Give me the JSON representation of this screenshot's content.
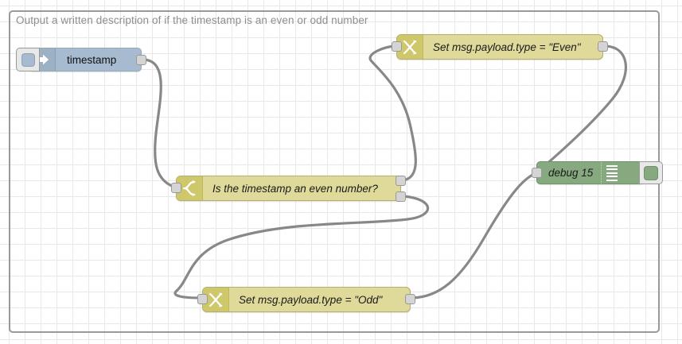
{
  "app": {
    "name": "Node-RED flow editor",
    "canvas_background": "#ffffff",
    "grid_color": "#e8e8e8",
    "workspace_border_color": "#999999",
    "wire_color": "#888888"
  },
  "comment": {
    "text": "Output a written description of if the timestamp is an even or odd number",
    "color": "#8e8e8e"
  },
  "nodes": [
    {
      "id": "inject",
      "type": "inject",
      "label": "timestamp",
      "icon": "arrow-right-icon",
      "color": "#a6bbcf",
      "inputs": 0,
      "outputs": 1,
      "has_button": true
    },
    {
      "id": "switch",
      "type": "switch",
      "label": "Is the timestamp an even number?",
      "icon": "switch-branch-icon",
      "color": "#dfd99a",
      "inputs": 1,
      "outputs": 2
    },
    {
      "id": "change-even",
      "type": "change",
      "label": "Set msg.payload.type = \"Even\"",
      "icon": "change-shuffle-icon",
      "color": "#dfd99a",
      "inputs": 1,
      "outputs": 1
    },
    {
      "id": "change-odd",
      "type": "change",
      "label": "Set msg.payload.type = \"Odd\"",
      "icon": "change-shuffle-icon",
      "color": "#dfd99a",
      "inputs": 1,
      "outputs": 1
    },
    {
      "id": "debug",
      "type": "debug",
      "label": "debug 15",
      "icon": "debug-lines-icon",
      "color": "#87a980",
      "inputs": 1,
      "outputs": 0,
      "has_button": true
    }
  ],
  "labels": {
    "inject_timestamp": "timestamp",
    "switch_even": "Is the timestamp an even number?",
    "change_even": "Set msg.payload.type = \"Even\"",
    "change_odd": "Set msg.payload.type = \"Odd\"",
    "debug_15": "debug 15"
  },
  "wires": [
    {
      "from": "inject:0",
      "to": "switch:in"
    },
    {
      "from": "switch:0",
      "to": "change-even:in"
    },
    {
      "from": "switch:1",
      "to": "change-odd:in"
    },
    {
      "from": "change-even:0",
      "to": "debug:in"
    },
    {
      "from": "change-odd:0",
      "to": "debug:in"
    }
  ]
}
